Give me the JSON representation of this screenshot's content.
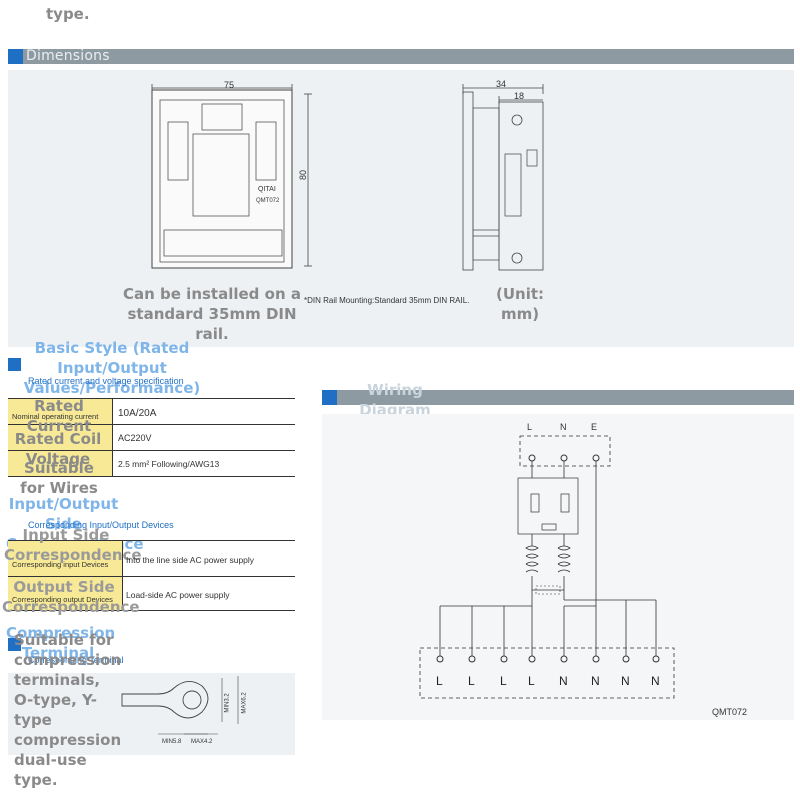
{
  "top_fragment": "type.",
  "dimensions": {
    "heading": "Dimensions",
    "dim_width": "75",
    "dim_height": "80",
    "dim_depth": "34",
    "dim_inner": "18",
    "brand": "QITAI",
    "model": "QMT072",
    "din_caption": "Can be installed on a standard 35mm DIN rail.",
    "din_note": "*DIN Rail Mounting:Standard 35mm DIN RAIL.",
    "unit": "(Unit: mm)"
  },
  "basic_style": {
    "overlay_title": "Basic Style (Rated Input/Output Values/Performance)",
    "subtitle": "Rated current and voltage specification",
    "rows": [
      {
        "overlay": "Rated Current",
        "label": "Nominal operating current",
        "value": "10A/20A"
      },
      {
        "overlay": "Rated Coil Voltage",
        "label": "",
        "value": "AC220V"
      },
      {
        "overlay": "Suitable for Wires",
        "label": "",
        "value": "2.5 mm² Following/AWG13"
      }
    ]
  },
  "io_devices": {
    "overlay_title": "Input/Output Side Correspondence",
    "subtitle": "Corresponding Input/Output Devices",
    "rows": [
      {
        "overlay": "Input Side Correspondence",
        "label": "Corresponding input Devices",
        "value": "Into the line side AC power supply"
      },
      {
        "overlay": "Output Side Correspondence",
        "label": "Corresponding output Devices",
        "value": "Load-side AC power supply"
      }
    ]
  },
  "compression": {
    "overlay_title": "Compression Terminal",
    "subtitle": "Corresponding Terminal",
    "overlay_text": "Suitable for compression terminals, O-type, Y-type compression dual-use type.",
    "dim_labels": [
      "MIN3.2",
      "MAX6.2",
      "MIN5.8",
      "MAX4.2"
    ]
  },
  "wiring": {
    "heading": "Wiring Diagram",
    "top_terminals": [
      "L",
      "N",
      "E"
    ],
    "bottom_terminals": [
      "L",
      "L",
      "L",
      "L",
      "N",
      "N",
      "N",
      "N"
    ],
    "model": "QMT072"
  }
}
